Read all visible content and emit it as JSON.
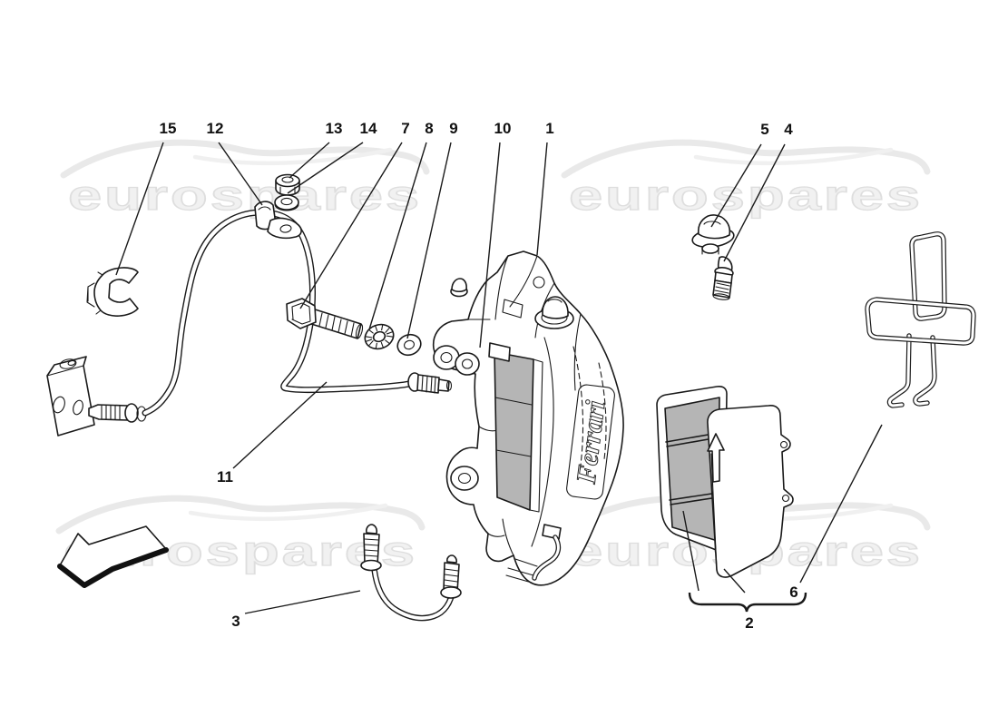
{
  "watermark": {
    "text": "eurospares"
  },
  "caliper": {
    "brand_text": "Ferrari"
  },
  "callouts": {
    "c1": "1",
    "c2": "2",
    "c3": "3",
    "c4": "4",
    "c5": "5",
    "c6": "6",
    "c7": "7",
    "c8": "8",
    "c9": "9",
    "c10": "10",
    "c11": "11",
    "c12": "12",
    "c13": "13",
    "c14": "14",
    "c15": "15"
  },
  "colors": {
    "line": "#1a1a1a",
    "pad_friction_gray": "#b5b5b5",
    "watermark_gray": "#e9e9e9",
    "background": "#ffffff"
  }
}
